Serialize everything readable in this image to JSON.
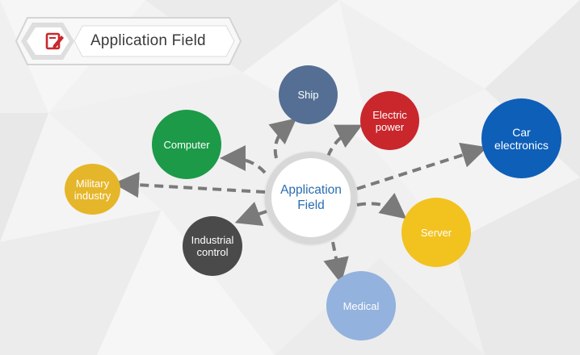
{
  "header": {
    "title": "Application Field",
    "icon": "edit-note-icon"
  },
  "center": {
    "line1": "Application",
    "line2": "Field"
  },
  "nodes": {
    "ship": {
      "label": "Ship",
      "color": "#546f93"
    },
    "electric_power": {
      "line1": "Electric",
      "line2": "power",
      "color": "#c9272c"
    },
    "car_electronics": {
      "line1": "Car",
      "line2": "electronics",
      "color": "#0e5fb8"
    },
    "computer": {
      "label": "Computer",
      "color": "#1c9a48"
    },
    "military_industry": {
      "line1": "Military",
      "line2": "industry",
      "color": "#e6b62a"
    },
    "industrial_control": {
      "line1": "Industrial",
      "line2": "control",
      "color": "#4a4a4a"
    },
    "server": {
      "label": "Server",
      "color": "#f2c21f"
    },
    "medical": {
      "label": "Medical",
      "color": "#93b2dd"
    }
  },
  "colors": {
    "arrow": "#7a7a7a",
    "background": "#f1f1f1",
    "accent_red": "#c9272c"
  }
}
